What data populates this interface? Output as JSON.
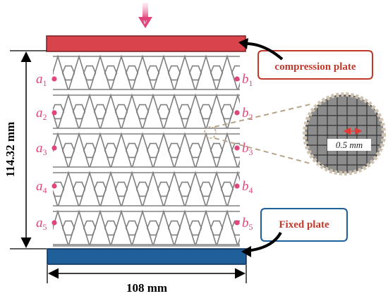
{
  "velocity_symbol": "v",
  "dimensions": {
    "height_label": "114.32 mm",
    "width_label": "108 mm"
  },
  "callouts": {
    "compression_plate": "compression plate",
    "fixed_plate": "Fixed plate",
    "mesh_size": "0.5 mm"
  },
  "left_points": [
    {
      "letter": "a",
      "sub": "1"
    },
    {
      "letter": "a",
      "sub": "2"
    },
    {
      "letter": "a",
      "sub": "3"
    },
    {
      "letter": "a",
      "sub": "4"
    },
    {
      "letter": "a",
      "sub": "5"
    }
  ],
  "right_points": [
    {
      "letter": "b",
      "sub": "1"
    },
    {
      "letter": "b",
      "sub": "2"
    },
    {
      "letter": "b",
      "sub": "3"
    },
    {
      "letter": "b",
      "sub": "4"
    },
    {
      "letter": "b",
      "sub": "5"
    }
  ],
  "colors": {
    "compression_plate": "#d9434b",
    "fixed_plate": "#1f5f9a",
    "lattice_stroke": "#808080",
    "point_marker": "#e0457b",
    "callout_border_red": "#c0392b",
    "callout_border_blue": "#1f5f9a",
    "zoom_fill": "#8a8a8a",
    "zoom_border": "#b7a48a"
  }
}
